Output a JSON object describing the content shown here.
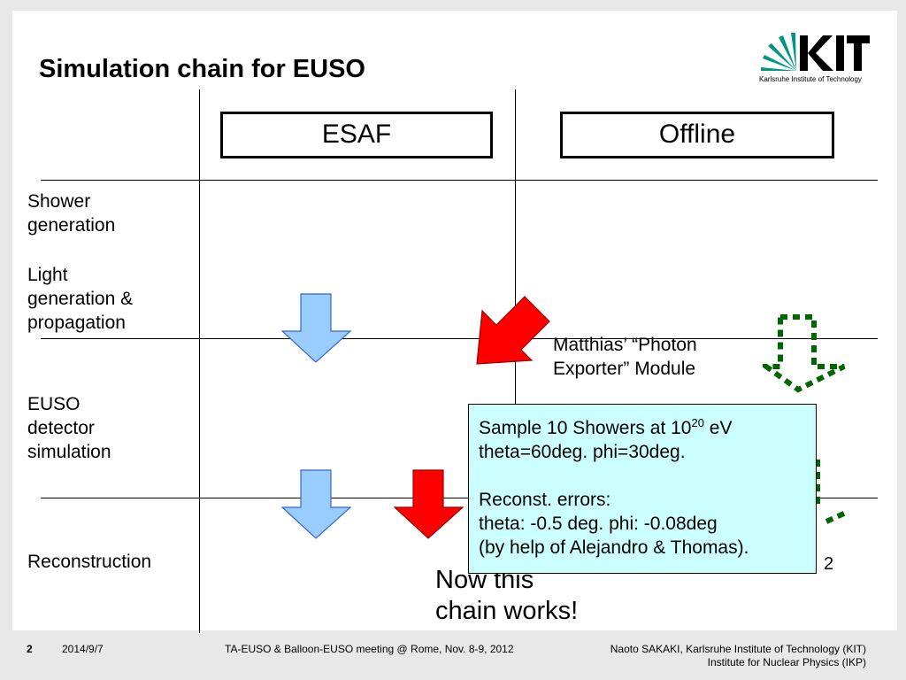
{
  "slide": {
    "title": "Simulation chain for EUSO",
    "logo": {
      "text": "KIT",
      "caption": "Karlsruhe Institute of Technology",
      "accent": "#009682"
    }
  },
  "columns": [
    {
      "label": "ESAF"
    },
    {
      "label": "Offline"
    }
  ],
  "rows": {
    "shower": [
      "Shower",
      "generation"
    ],
    "light": [
      "Light",
      "generation &",
      "propagation"
    ],
    "euso": [
      "EUSO",
      "detector",
      "simulation"
    ],
    "recon": [
      "Reconstruction"
    ]
  },
  "annotation": {
    "module": [
      "Matthias’ “Photon",
      "Exporter” Module"
    ],
    "stray_digit": "2"
  },
  "info_box": {
    "line1_prefix": "Sample 10 Showers at 10",
    "line1_sup": "20",
    "line1_suffix": " eV",
    "line2": "theta=60deg. phi=30deg.",
    "line4": "Reconst. errors:",
    "line5": "theta: -0.5 deg. phi: -0.08deg",
    "line6": "(by help of Alejandro & Thomas)."
  },
  "works_note": [
    "Now this",
    "chain works!"
  ],
  "footer": {
    "page": "2",
    "date": "2014/9/7",
    "meeting": "TA-EUSO & Balloon-EUSO meeting  @ Rome, Nov. 8-9, 2012",
    "author": "Naoto SAKAKI,  Karlsruhe Institute of Technology (KIT)",
    "institute": "Institute for Nuclear Physics (IKP)"
  },
  "colors": {
    "esaf_arrow": "#99ccff",
    "offline_arrow": "#ff0000",
    "planned_arrow": "#006600",
    "info_box_bg": "#ccffff"
  }
}
